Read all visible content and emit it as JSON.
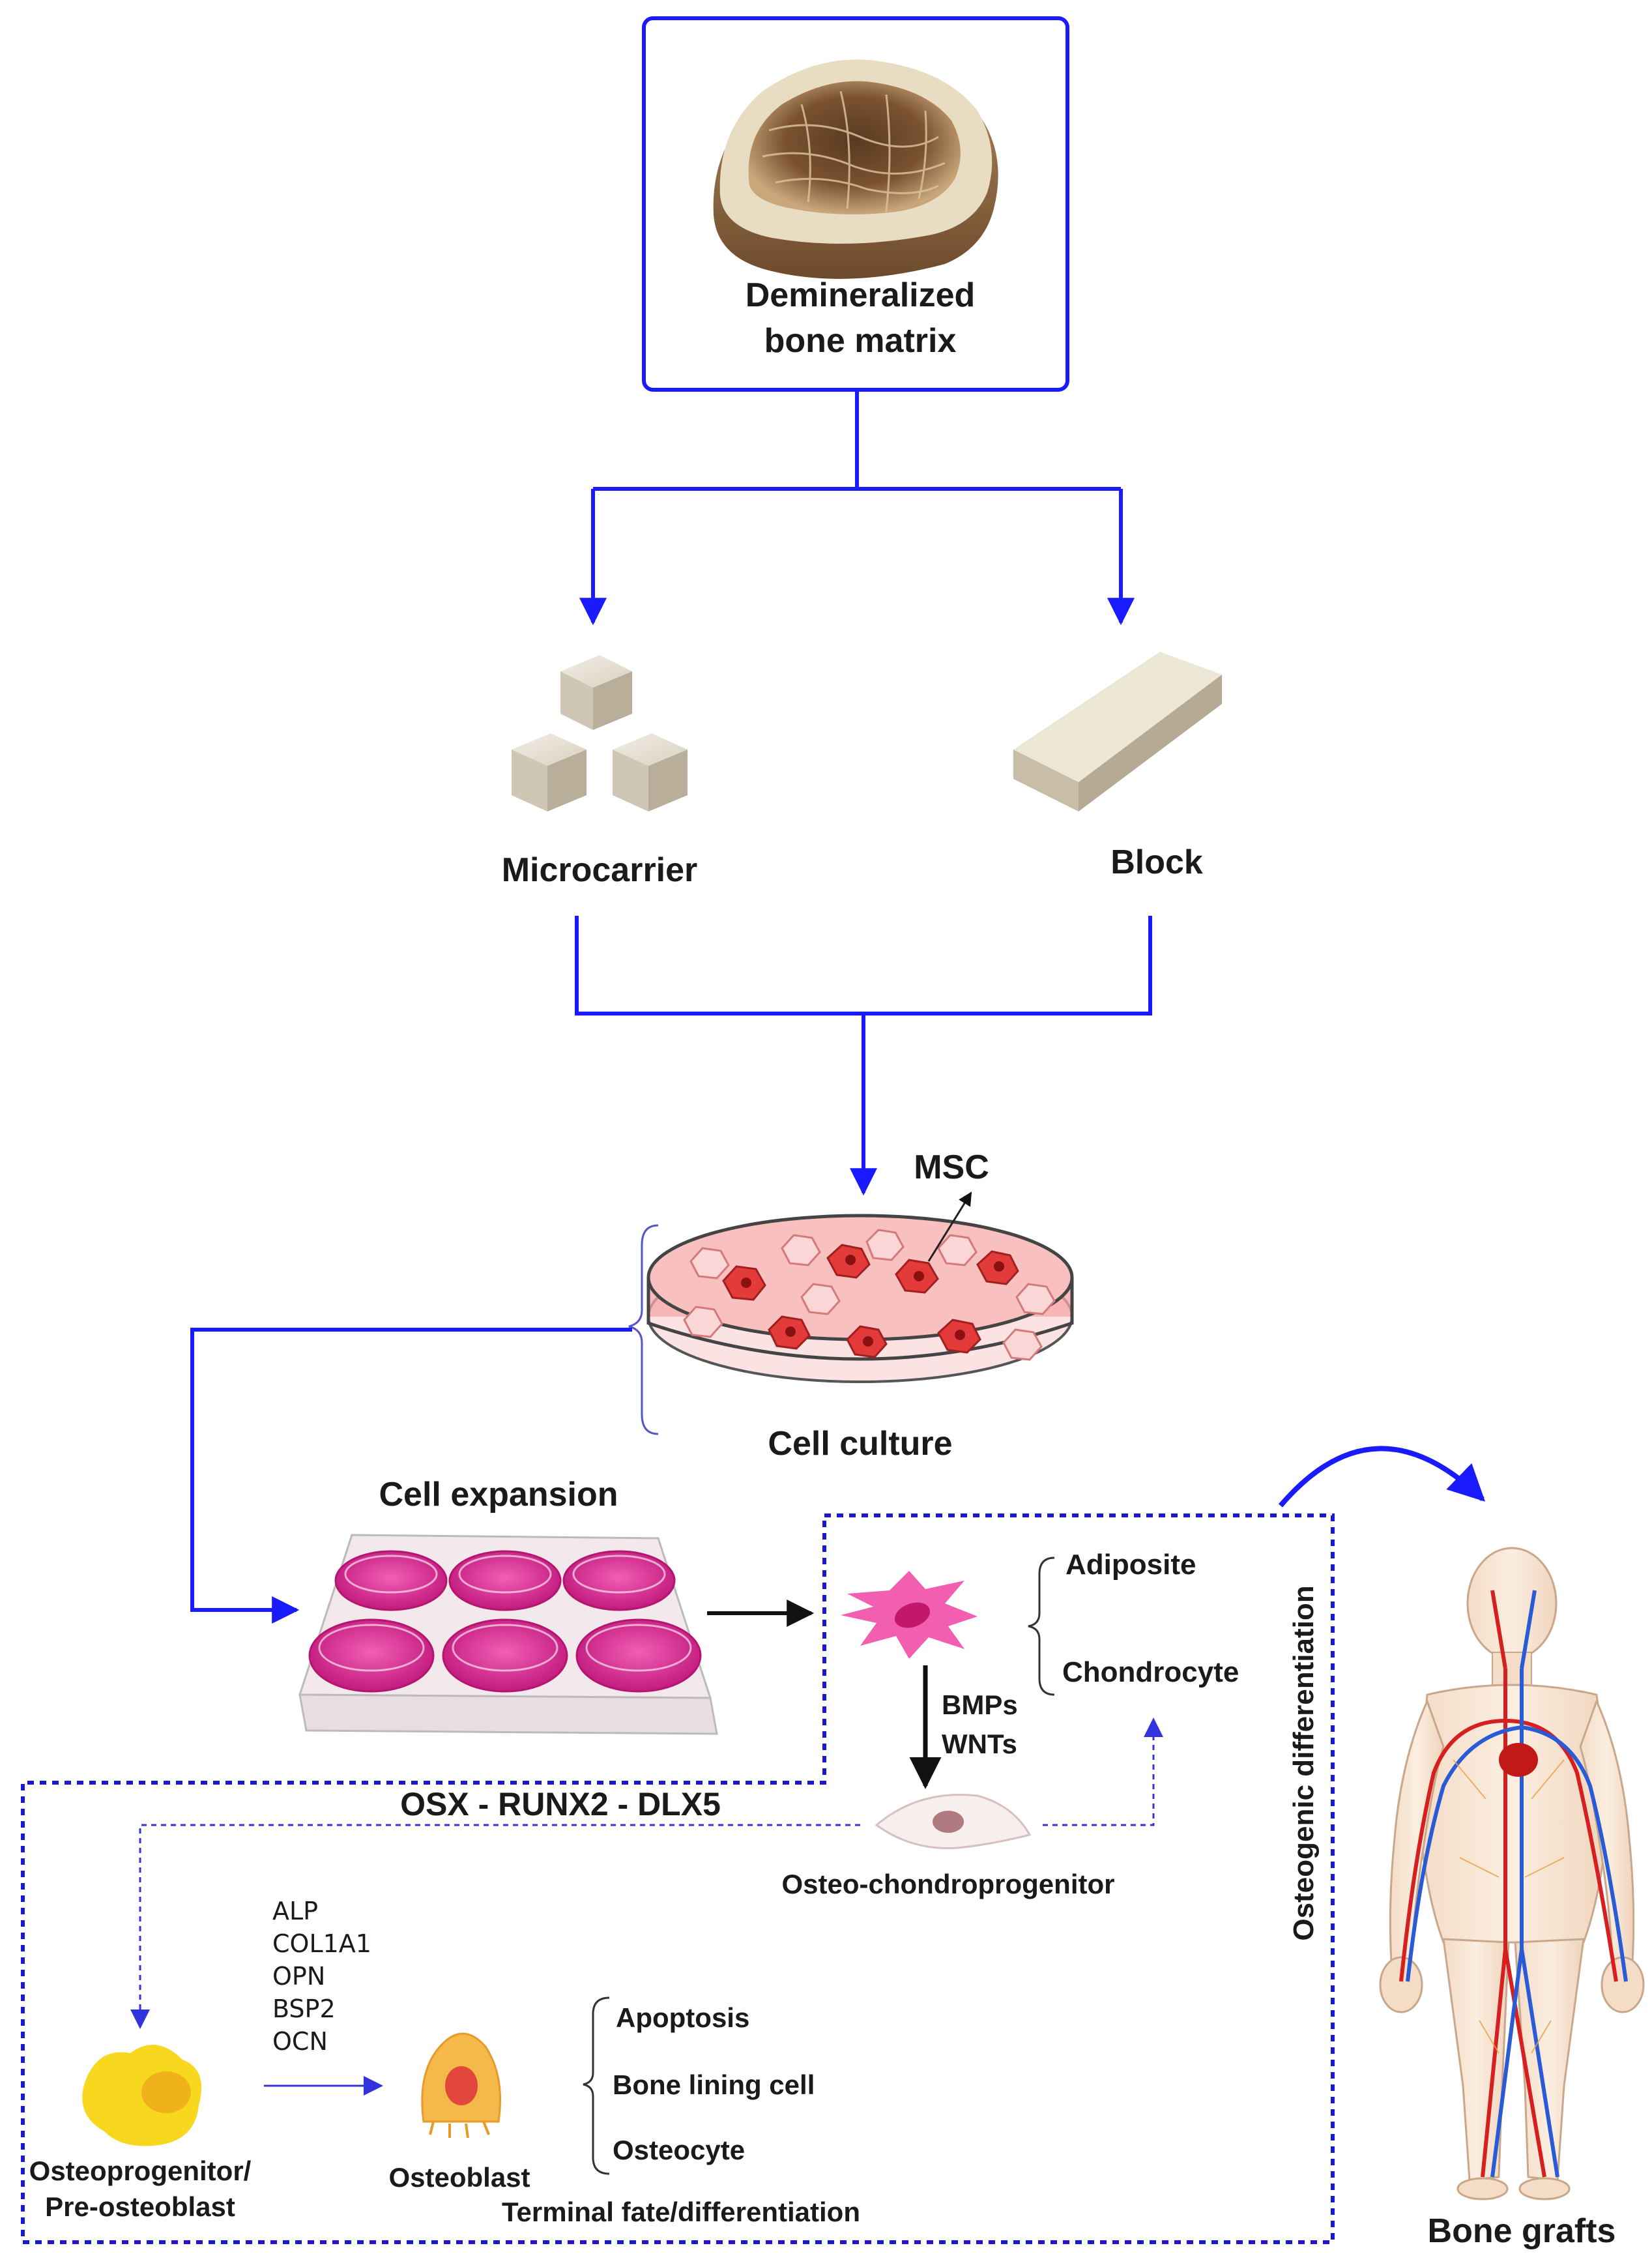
{
  "source": {
    "line1": "Demineralized",
    "line2": "bone matrix"
  },
  "scaffolds": {
    "microcarrier": "Microcarrier",
    "block": "Block"
  },
  "culture": {
    "msc": "MSC",
    "label": "Cell culture"
  },
  "expansion": {
    "label": "Cell expansion"
  },
  "msc_fates": {
    "adipocyte": "Adiposite",
    "chondrocyte": "Chondrocyte"
  },
  "signals": {
    "bmps": "BMPs",
    "wnts": "WNTs"
  },
  "transcription_factors": "OSX - RUNX2 - DLX5",
  "osteo_chondroprogenitor": "Osteo-chondroprogenitor",
  "markers": [
    "ALP",
    "COL1A1",
    "OPN",
    "BSP2",
    "OCN"
  ],
  "osteoprogenitor": {
    "line1": "Osteoprogenitor/",
    "line2": "Pre-osteoblast"
  },
  "osteoblast": "Osteoblast",
  "osteoblast_fates": [
    "Apoptosis",
    "Bone lining cell",
    "Osteocyte"
  ],
  "terminal_label": "Terminal fate/differentiation",
  "differentiation_label": "Osteogenic differentiation",
  "outcome": "Bone grafts",
  "colors": {
    "flow_arrow": "#1a1aff",
    "dotted_border": "#1a1acc",
    "msc_cell": "#f25fb0",
    "culture_medium": "#f7a6a6",
    "well_medium": "#e8379a",
    "osteoprogenitor_cell": "#f7d81f",
    "osteoblast_cell": "#f5b84a"
  }
}
